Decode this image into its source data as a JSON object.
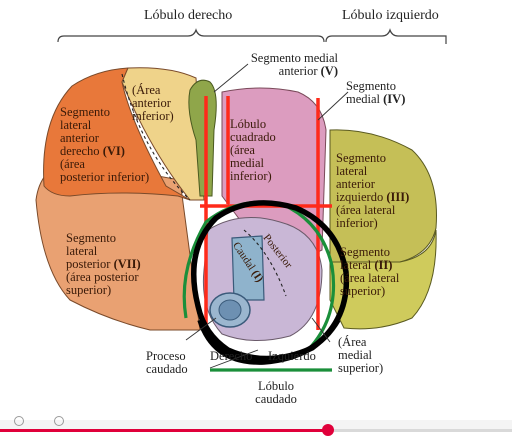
{
  "headers": {
    "right_lobe": "Lóbulo derecho",
    "left_lobe": "Lóbulo izquierdo"
  },
  "labels": {
    "seg_medial_anterior_l1": "Segmento medial",
    "seg_medial_anterior_l2": "anterior",
    "seg_medial_anterior_num": "(V)",
    "seg_medial_iv_l1": "Segmento",
    "seg_medial_iv_l2": "medial",
    "seg_medial_iv_num": "(IV)",
    "seg_lat_ant_der_l1": "Segmento",
    "seg_lat_ant_der_l2": "lateral",
    "seg_lat_ant_der_l3": "anterior",
    "seg_lat_ant_der_l4": "derecho",
    "seg_lat_ant_der_num": "(VI)",
    "seg_lat_ant_der_l5": "(área",
    "seg_lat_ant_der_l6": "posterior inferior)",
    "area_ant_inf_l1": "(Área",
    "area_ant_inf_l2": "anterior",
    "area_ant_inf_l3": "inferior)",
    "lobulo_cuadrado_l1": "Lóbulo",
    "lobulo_cuadrado_l2": "cuadrado",
    "lobulo_cuadrado_l3": "(área",
    "lobulo_cuadrado_l4": "medial",
    "lobulo_cuadrado_l5": "inferior)",
    "seg_lat_ant_izq_l1": "Segmento",
    "seg_lat_ant_izq_l2": "lateral",
    "seg_lat_ant_izq_l3": "anterior",
    "seg_lat_ant_izq_l4": "izquierdo",
    "seg_lat_ant_izq_num": "(III)",
    "seg_lat_ant_izq_l5": "(área lateral",
    "seg_lat_ant_izq_l6": "inferior)",
    "seg_lat_post_l1": "Segmento",
    "seg_lat_post_l2": "lateral",
    "seg_lat_post_l3": "posterior",
    "seg_lat_post_num": "(VII)",
    "seg_lat_post_l4": "(área posterior",
    "seg_lat_post_l5": "superior)",
    "caudal_l1": "Caudal",
    "caudal_l2": "(I)",
    "posterior_fragment": "Posterior",
    "seg_ii_l1": "Segmento",
    "seg_ii_l2": "lateral",
    "seg_ii_num": "(II)",
    "seg_ii_l3": "(área lateral",
    "seg_ii_l4": "superior)",
    "area_medial_sup_l1": "(Área",
    "area_medial_sup_l2": "medial",
    "area_medial_sup_l3": "superior)",
    "proceso_caudado_l1": "Proceso",
    "proceso_caudado_l2": "caudado",
    "derecho_fragment": "Derecho",
    "izq_fragment": "Izquierdo",
    "lobulo_caudado_l1": "Lóbulo",
    "lobulo_caudado_l2": "caudado"
  },
  "video_player": {
    "progress_fraction": 0.64
  },
  "colors": {
    "orange_segment": "#e8783a",
    "peach_segment": "#e9a172",
    "yellow_segment": "#efd38a",
    "green_vessel": "#8fa64a",
    "pink_segment": "#dc9cbf",
    "olive_segment": "#c5bf57",
    "yellow_green_segment": "#cfcb5c",
    "red_marker": "#ff2a1a",
    "green_marker": "#1a8f3a",
    "black_marker": "#000000",
    "progress_red": "#e0003a"
  }
}
